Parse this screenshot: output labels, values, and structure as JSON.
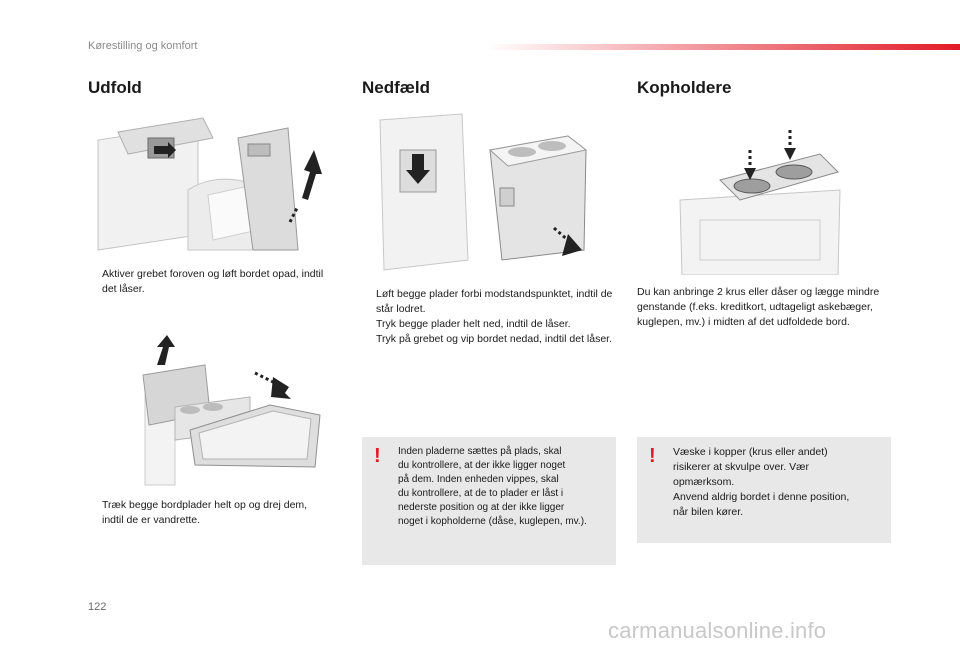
{
  "header": {
    "title": "Kørestilling og komfort",
    "accent_color": "#e21a26"
  },
  "sections": {
    "unfold": {
      "title": "Udfold",
      "step1": "Aktiver grebet foroven og løft bordet opad, indtil det låser.",
      "step2": "Træk begge bordplader helt op og drej dem, indtil de er vandrette."
    },
    "fold": {
      "title": "Nedfæld",
      "steps": [
        "Løft begge plader forbi modstandspunktet, indtil de står lodret.",
        "Tryk begge plader helt ned, indtil de låser.",
        "Tryk på grebet og vip bordet nedad, indtil det låser."
      ],
      "warning": "Inden pladerne sættes på plads, skal\ndu kontrollere, at der ikke ligger noget\npå dem. Inden enheden vippes, skal\ndu kontrollere, at de to plader er låst i\nnederste position og at der ikke ligger\nnoget i kopholderne (dåse, kuglepen, mv.)."
    },
    "cupholders": {
      "title": "Kopholdere",
      "text": "Du kan anbringe 2 krus eller dåser og lægge mindre genstande (f.eks. kreditkort, udtageligt askebæger, kuglepen, mv.) i midten af det udfoldede bord.",
      "warning": "Væske i kopper (krus eller andet)\nrisikerer at skvulpe over. Vær\nopmærksom.\nAnvend aldrig bordet i denne position,\nnår bilen kører."
    }
  },
  "bullet_glyph": "",
  "warning_glyph": "!",
  "page_number": "122",
  "watermark": "carmanualsonline.info"
}
